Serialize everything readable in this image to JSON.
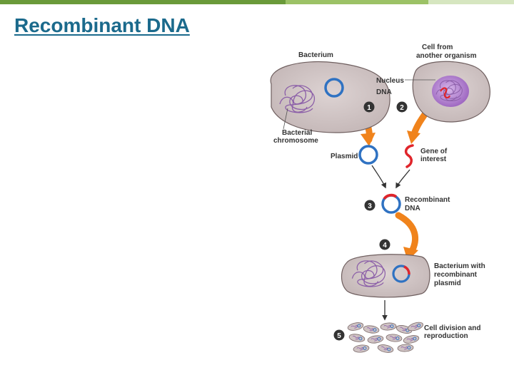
{
  "slide": {
    "title": "Recombinant DNA"
  },
  "diagram": {
    "labels": {
      "bacterium": "Bacterium",
      "cell_from_line1": "Cell from",
      "cell_from_line2": "another organism",
      "nucleus": "Nucleus",
      "dna": "DNA",
      "bacterial_line1": "Bacterial",
      "bacterial_line2": "chromosome",
      "plasmid": "Plasmid",
      "gene_line1": "Gene of",
      "gene_line2": "interest",
      "recombinant_line1": "Recombinant",
      "recombinant_line2": "DNA",
      "bwr_line1": "Bacterium with",
      "bwr_line2": "recombinant",
      "bwr_line3": "plasmid",
      "division_line1": "Cell division and",
      "division_line2": "reproduction"
    },
    "steps": [
      "1",
      "2",
      "3",
      "4",
      "5"
    ]
  },
  "colors": {
    "title": "#1b6a8c",
    "topbar": [
      "#6a9a3a",
      "#9cc266",
      "#d6e6c0"
    ],
    "cell_fill": "#cfc3c3",
    "cell_stroke": "#6f5f5f",
    "plasmid_blue": "#2f72c2",
    "gene_red": "#e0252b",
    "chromosome": "#8b5ea8",
    "nucleus": "#9a62be",
    "arrow_orange": "#f0831c"
  }
}
